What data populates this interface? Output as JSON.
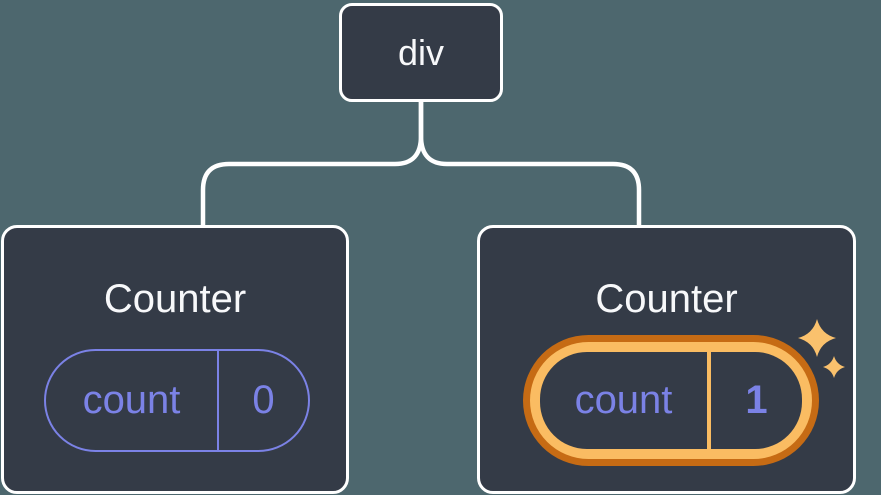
{
  "tree": {
    "root": {
      "label": "div"
    },
    "children": [
      {
        "title": "Counter",
        "state": {
          "key": "count",
          "value": "0"
        },
        "highlighted": false
      },
      {
        "title": "Counter",
        "state": {
          "key": "count",
          "value": "1"
        },
        "highlighted": true
      }
    ]
  },
  "icons": {
    "sparkles": "sparkles-icon"
  },
  "colors": {
    "background": "#4D676E",
    "node_fill": "#343B47",
    "node_border": "#FFFFFF",
    "connector": "#FFFFFF",
    "title_text": "#F7F8FA",
    "state_purple": "#7B82E6",
    "highlight_orange_dark": "#C66B14",
    "highlight_orange_light": "#FABC62",
    "sparkle": "#FAC16D"
  }
}
